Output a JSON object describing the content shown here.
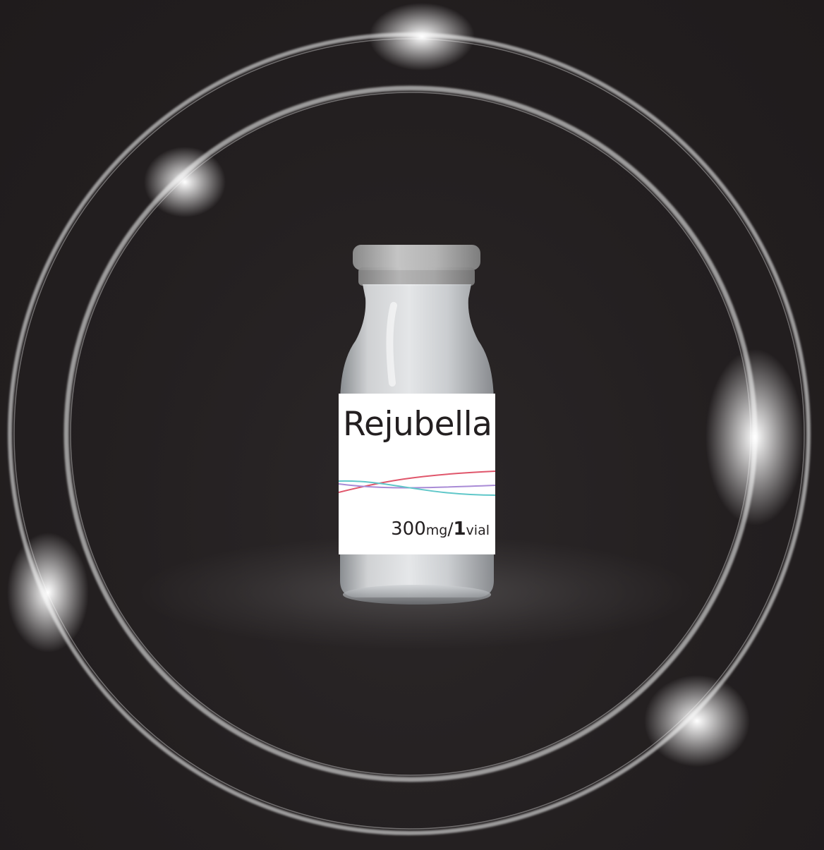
{
  "product": {
    "brand": "Rejubella",
    "dose_amount": "300",
    "dose_unit": "mg",
    "dose_separator": "/",
    "vial_count": "1",
    "vial_word": "vial"
  },
  "colors": {
    "background": "#231f20",
    "ring": "#d9d9d9",
    "glass": "#c9ccd0",
    "cap": "#9a9a9a",
    "label": "#ffffff",
    "text": "#231f20",
    "wave_red": "#e0566b",
    "wave_violet": "#a98bd6",
    "wave_teal": "#5fc7c9"
  }
}
